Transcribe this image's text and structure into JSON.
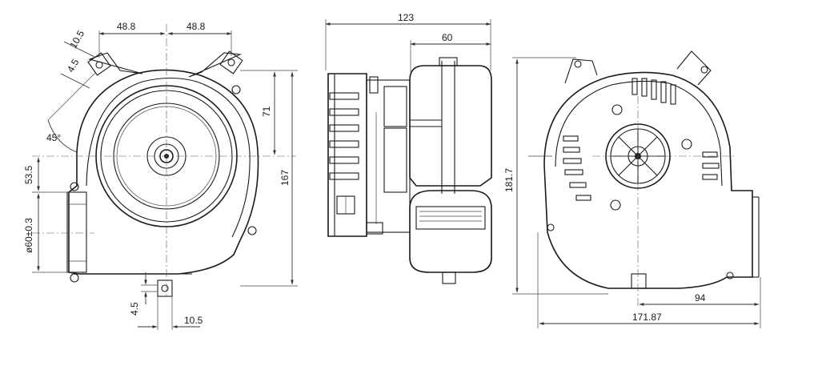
{
  "front_view": {
    "dims": {
      "left_bolt": "48.8",
      "right_bolt": "48.8",
      "ear_width": "10.5",
      "hole": "4.5",
      "angle": "45°",
      "outlet_offset": "53.5",
      "outlet_dia": "ø60±0.3",
      "upper_height": "71",
      "total_height": "167",
      "bottom_hole": "4.5",
      "bottom_ear": "10.5"
    }
  },
  "side_view": {
    "dims": {
      "overall_depth": "123",
      "housing_depth": "60"
    }
  },
  "rear_view": {
    "dims": {
      "height": "181.7",
      "outlet_len": "94",
      "width": "171.87"
    }
  }
}
